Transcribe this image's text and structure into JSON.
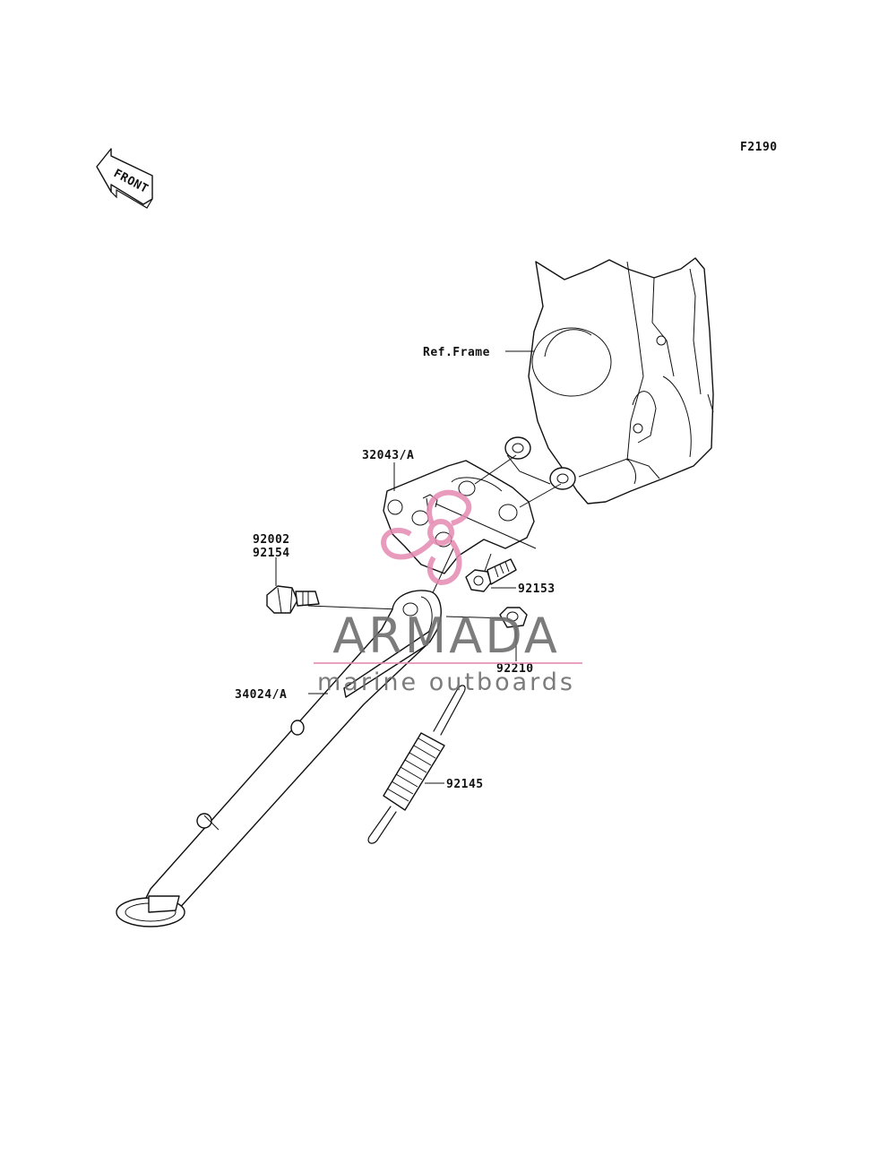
{
  "diagram_code": "F2190",
  "front_arrow_label": "FRONT",
  "labels": {
    "ref_frame": "Ref.Frame",
    "bracket": "32043/A",
    "bolt_a": "92002",
    "bolt_b": "92154",
    "bolt_flange": "92153",
    "nut": "92210",
    "stand": "34024/A",
    "spring": "92145"
  },
  "watermark": {
    "brand": "ARMADA",
    "tagline": "marine outboards",
    "logo_color": "#e48ab0"
  }
}
